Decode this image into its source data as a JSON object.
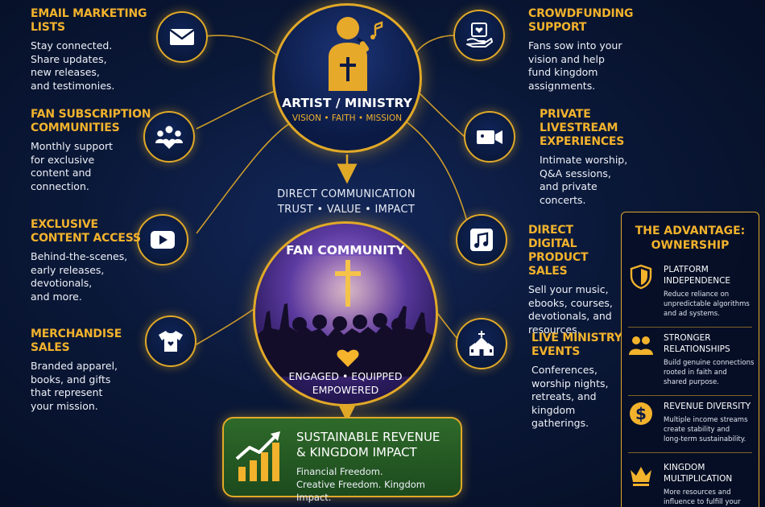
{
  "hub": {
    "title": "ARTIST / MINISTRY",
    "subtitle": "VISION • FAITH • MISSION"
  },
  "middle": {
    "line1": "DIRECT COMMUNICATION",
    "line2": "TRUST • VALUE • IMPACT"
  },
  "fan_community": {
    "title": "FAN COMMUNITY",
    "line1": "ENGAGED • EQUIPPED",
    "line2": "EMPOWERED"
  },
  "revenue": {
    "title": "SUSTAINABLE REVENUE\n& KINGDOM IMPACT",
    "desc": "Financial Freedom.\nCreative Freedom. Kingdom Impact."
  },
  "left_features": [
    {
      "title": "EMAIL MARKETING\nLISTS",
      "desc": "Stay connected.\nShare updates,\nnew releases,\nand testimonies.",
      "icon": "envelope-icon"
    },
    {
      "title": "FAN SUBSCRIPTION\nCOMMUNITIES",
      "desc": "Monthly support\nfor exclusive\ncontent and\nconnection.",
      "icon": "group-heart-icon"
    },
    {
      "title": "EXCLUSIVE\nCONTENT ACCESS",
      "desc": "Behind-the-scenes,\nearly releases,\ndevotionals,\nand more.",
      "icon": "play-icon"
    },
    {
      "title": "MERCHANDISE\nSALES",
      "desc": "Branded apparel,\nbooks, and gifts\nthat represent\nyour mission.",
      "icon": "tshirt-icon"
    }
  ],
  "right_features": [
    {
      "title": "CROWDFUNDING\nSUPPORT",
      "desc": "Fans sow into your\nvision and help\nfund kingdom\nassignments.",
      "icon": "hand-heart-icon"
    },
    {
      "title": "PRIVATE\nLIVESTREAM\nEXPERIENCES",
      "desc": "Intimate worship,\nQ&A sessions,\nand private\nconcerts.",
      "icon": "video-camera-icon"
    },
    {
      "title": "DIRECT DIGITAL\nPRODUCT SALES",
      "desc": "Sell your music,\nebooks, courses,\ndevotionals, and\nresources.",
      "icon": "music-note-icon"
    },
    {
      "title": "LIVE MINISTRY\nEVENTS",
      "desc": "Conferences,\nworship nights,\nretreats, and\nkingdom gatherings.",
      "icon": "church-icon"
    }
  ],
  "advantage": {
    "title": "THE ADVANTAGE:\nOWNERSHIP",
    "items": [
      {
        "head": "PLATFORM\nINDEPENDENCE",
        "desc": "Reduce reliance on\nunpredictable algorithms\nand ad systems.",
        "icon": "shield-icon"
      },
      {
        "head": "STRONGER\nRELATIONSHIPS",
        "desc": "Build genuine connections\nrooted in faith and\nshared purpose.",
        "icon": "people-icon"
      },
      {
        "head": "REVENUE DIVERSITY",
        "desc": "Multiple income streams\ncreate stability and\nlong-term sustainability.",
        "icon": "dollar-icon"
      },
      {
        "head": "KINGDOM\nMULTIPLICATION",
        "desc": "More resources and\ninfluence to fulfill your",
        "icon": "crown-icon"
      }
    ]
  },
  "colors": {
    "gold": "#e1a928",
    "title_gold": "#f2b22c",
    "navy": "#0a1838",
    "green": "#2f6a2a"
  }
}
